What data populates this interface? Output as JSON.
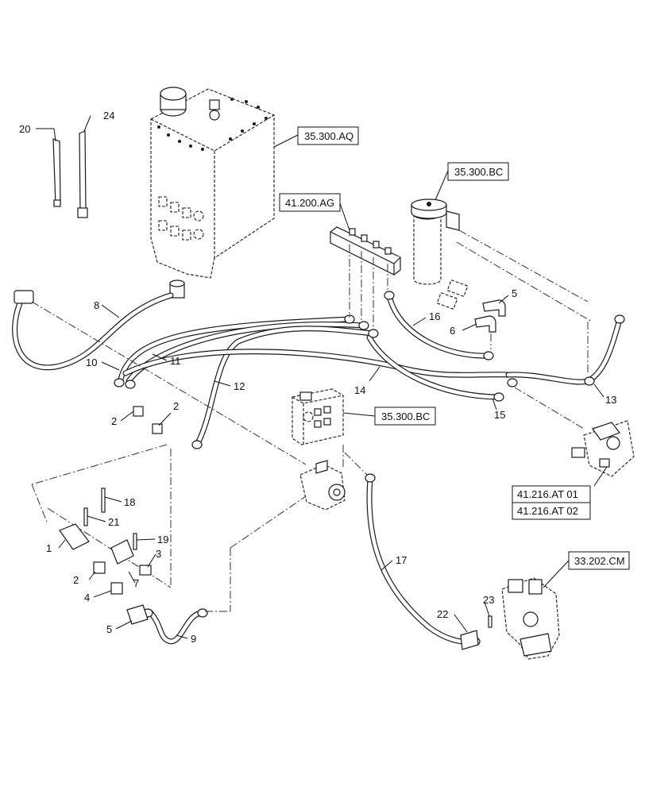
{
  "callouts": [
    "1",
    "2",
    "2",
    "2",
    "3",
    "4",
    "5",
    "5",
    "6",
    "7",
    "8",
    "9",
    "10",
    "11",
    "12",
    "13",
    "14",
    "15",
    "16",
    "17",
    "18",
    "19",
    "20",
    "21",
    "22",
    "23",
    "24"
  ],
  "references": {
    "tank": "35.300.AQ",
    "filter": "35.300.BC",
    "manifold": "41.200.AG",
    "block": "35.300.BC",
    "valve_1": "41.216.AT 01",
    "valve_2": "41.216.AT 02",
    "motor": "33.202.CM"
  }
}
